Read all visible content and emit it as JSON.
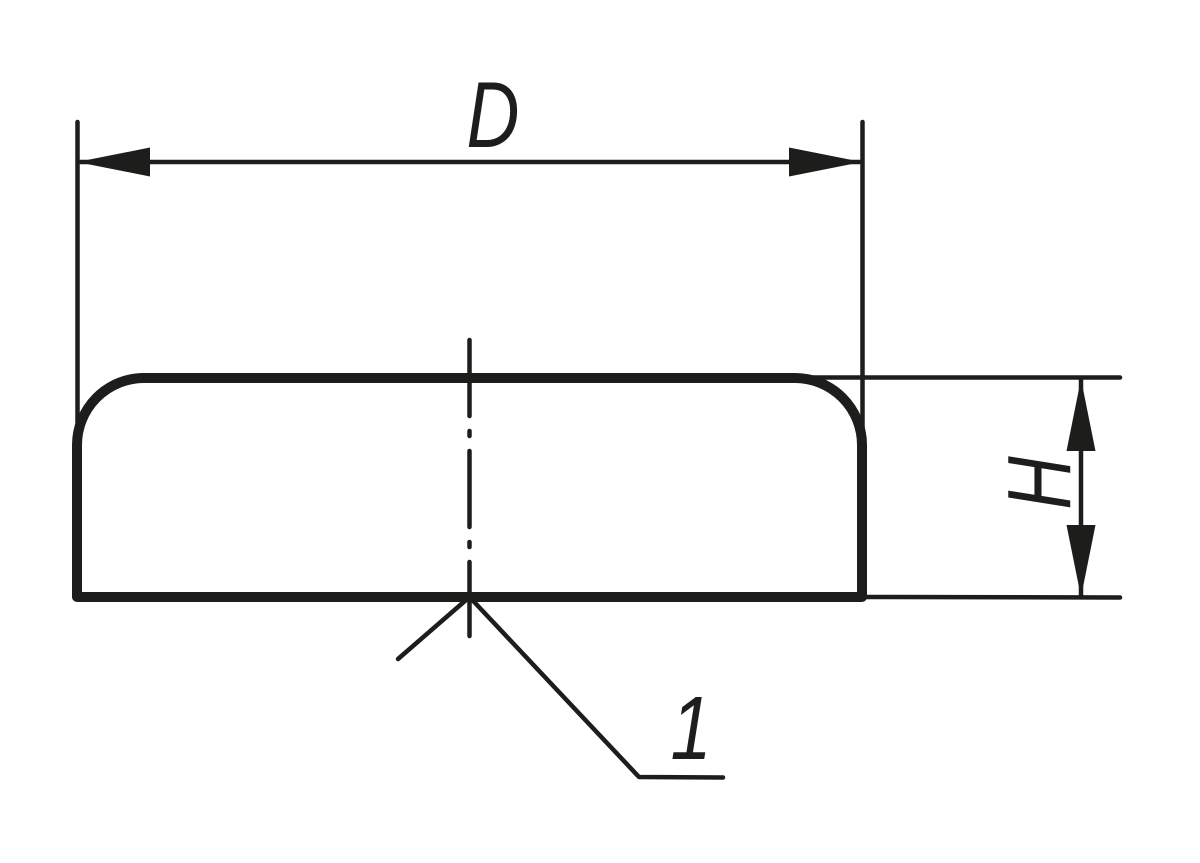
{
  "diagram": {
    "type": "engineering-dimension-drawing",
    "description": "Side cross-section view of a flat disc / cap with rounded top corners, flat bottom",
    "dimension_labels": {
      "width": "D",
      "height": "H"
    },
    "item_callout": {
      "number": "1"
    },
    "colors": {
      "stroke": "#1d1d1b",
      "background": "#ffffff"
    }
  }
}
